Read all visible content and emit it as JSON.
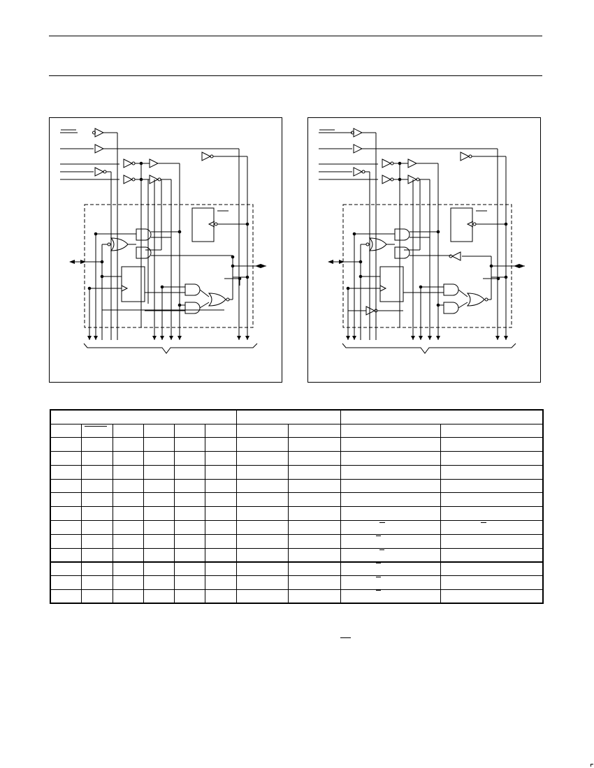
{
  "page": {
    "header_text": "",
    "figures": [
      {
        "id": "left-logic-diagram",
        "caption": ""
      },
      {
        "id": "right-logic-diagram",
        "caption": ""
      }
    ],
    "table": {
      "rows": 13,
      "columns": 10
    }
  }
}
